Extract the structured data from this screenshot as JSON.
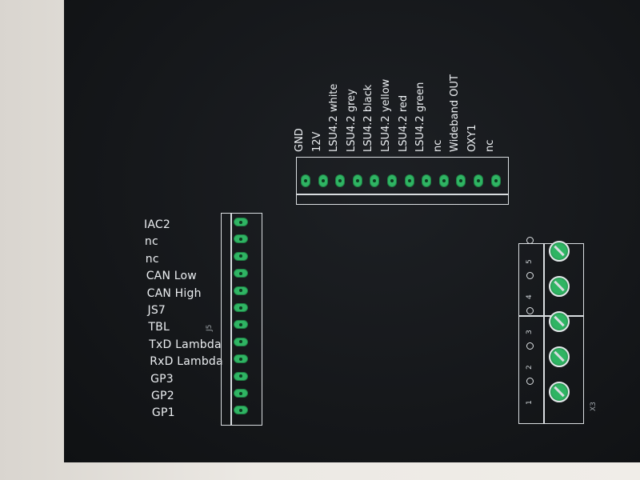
{
  "left_connector": {
    "ref": "J5",
    "labels": [
      "IAC2",
      "nc",
      "nc",
      "CAN Low",
      "CAN High",
      "JS7",
      "TBL",
      "TxD Lambda",
      "RxD Lambda",
      "GP3",
      "GP2",
      "GP1"
    ]
  },
  "top_connector": {
    "labels": [
      "GND",
      "12V",
      "LSU4.2 white",
      "LSU4.2 grey",
      "LSU4.2 black",
      "LSU4.2 yellow",
      "LSU4.2 red",
      "LSU4.2 green",
      "nc",
      "Wideband OUT",
      "OXY1",
      "nc"
    ]
  },
  "screw_terminal": {
    "ref": "X3",
    "pins": [
      "1",
      "2",
      "3",
      "4",
      "5"
    ]
  },
  "colors": {
    "board": "#15171a",
    "pad": "#2fb463",
    "silkscreen": "#eceff2"
  }
}
